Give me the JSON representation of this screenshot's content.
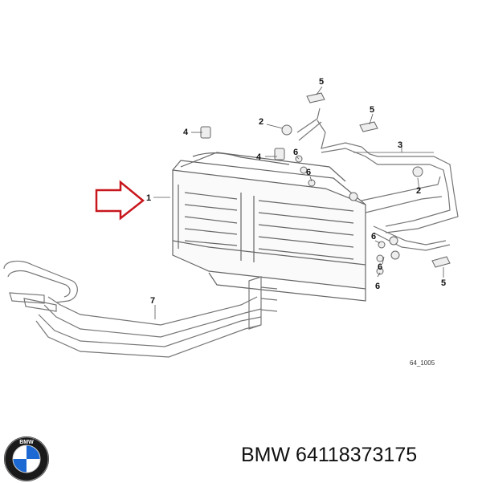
{
  "callouts": {
    "c1": "1",
    "c2a": "2",
    "c2b": "2",
    "c3": "3",
    "c4a": "4",
    "c4b": "4",
    "c5a": "5",
    "c5b": "5",
    "c5c": "5",
    "c6a": "6",
    "c6b": "6",
    "c6c": "6",
    "c6d": "6",
    "c6e": "6",
    "c7": "7"
  },
  "diagram_ref": "64_1005",
  "footer": {
    "part_number": "BMW 64118373175"
  },
  "logo": {
    "text": "BMW",
    "colors": {
      "blue": "#1c69d4",
      "dark": "#1a1a1a",
      "white": "#ffffff"
    }
  },
  "colors": {
    "arrow_stroke": "#c8161d",
    "line": "#555555"
  }
}
